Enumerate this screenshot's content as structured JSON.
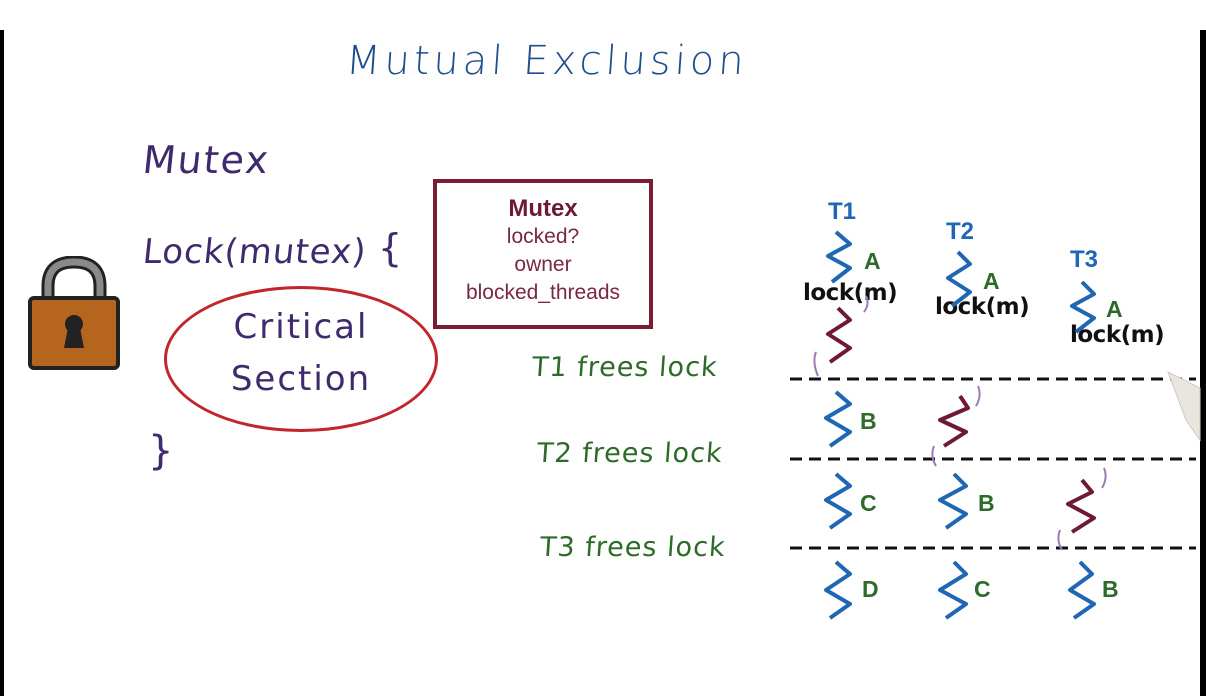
{
  "title": "Mutual Exclusion",
  "left": {
    "mutex_label": "Mutex",
    "lock_call": "Lock(mutex)",
    "brace_open": "{",
    "brace_close": "}",
    "critical_line1": "Critical",
    "critical_line2": "Section"
  },
  "mutex_box": {
    "title": "Mutex",
    "fields": [
      "locked?",
      "owner",
      "blocked_threads"
    ]
  },
  "threads": [
    "T1",
    "T2",
    "T3"
  ],
  "lock_calls": [
    "lock(m)",
    "lock(m)",
    "lock(m)"
  ],
  "events": [
    "T1 frees lock",
    "T2 frees lock",
    "T3  frees lock"
  ],
  "segments": {
    "row0": [
      "A",
      "A",
      "A"
    ],
    "row1": [
      "B"
    ],
    "row2": [
      "C",
      "B"
    ],
    "row3": [
      "D",
      "C",
      "B"
    ]
  },
  "colors": {
    "title": "#1e4e8c",
    "handwriting": "#3f2a6e",
    "critical_oval": "#c0262b",
    "mutex_box": "#7a1d34",
    "thread_running": "#1f66b4",
    "thread_critical": "#6e1a34",
    "event_text": "#2e6b2a",
    "padlock": "#b5651d"
  }
}
